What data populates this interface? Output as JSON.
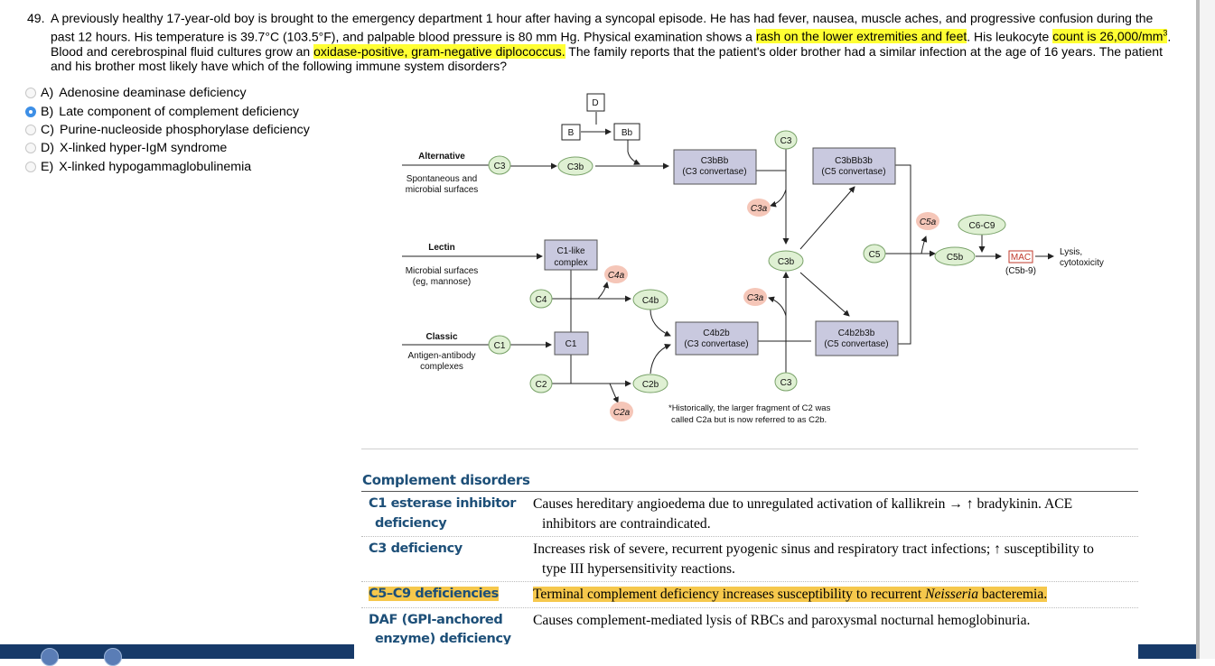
{
  "question": {
    "number": "49.",
    "seg1": "A previously healthy 17-year-old boy is brought to the emergency department 1 hour after having a syncopal episode. He has had fever, nausea, muscle aches, and progressive confusion during the past 12 hours. His temperature is 39.7°C (103.5°F), and palpable blood pressure is 80 mm Hg. Physical examination shows a ",
    "hl1": "rash on the lower extremities and feet",
    "seg2": ". His leukocyte ",
    "hl2": "count is 26,000/mm",
    "sup": "3",
    "seg3": ". Blood and cerebrospinal fluid cultures grow an ",
    "hl3": "oxidase-positive, gram-negative diplococcus.",
    "seg4": " The family reports that the patient's older brother had a similar infection at the age of 16 years. The patient and his brother most likely have which of the following immune system disorders?"
  },
  "answers": [
    {
      "letter": "A)",
      "text": "Adenosine deaminase deficiency",
      "selected": false
    },
    {
      "letter": "B)",
      "text": "Late component of complement deficiency",
      "selected": true
    },
    {
      "letter": "C)",
      "text": "Purine-nucleoside phosphorylase deficiency",
      "selected": false
    },
    {
      "letter": "D)",
      "text": "X-linked hyper-IgM syndrome",
      "selected": false
    },
    {
      "letter": "E)",
      "text": "X-linked hypogammaglobulinemia",
      "selected": false
    }
  ],
  "diagram": {
    "alt_title": "Alternative",
    "alt_sub1": "Spontaneous and",
    "alt_sub2": "microbial surfaces",
    "lectin_title": "Lectin",
    "lectin_sub1": "Microbial surfaces",
    "lectin_sub2": "(eg, mannose)",
    "classic_title": "Classic",
    "classic_sub1": "Antigen-antibody",
    "classic_sub2": "complexes",
    "d": "D",
    "b": "B",
    "bb": "Bb",
    "c3": "C3",
    "c3b": "C3b",
    "c3a": "C3a",
    "c3bbb": "C3bBb",
    "c3_conv": "(C3 convertase)",
    "c3bbb3b": "C3bBb3b",
    "c5_conv": "(C5 convertase)",
    "c1like1": "C1-like",
    "c1like2": "complex",
    "c4a": "C4a",
    "c4": "C4",
    "c4b": "C4b",
    "c1": "C1",
    "c2": "C2",
    "c2b": "C2b",
    "c2a": "C2a",
    "c4b2b": "C4b2b",
    "c4b2b3b": "C4b2b3b",
    "c5": "C5",
    "c5a": "C5a",
    "c5b": "C5b",
    "c6c9": "C6-C9",
    "mac": "MAC",
    "mac_sub": "(C5b-9)",
    "lysis1": "Lysis,",
    "lysis2": "cytotoxicity",
    "footnote1": "*Historically, the larger fragment of C2 was",
    "footnote2": "called C2a but is now referred to as C2b."
  },
  "complement": {
    "title": "Complement disorders",
    "rows": [
      {
        "name1": "C1 esterase inhibitor",
        "name2": "deficiency",
        "desc1": "Causes hereditary angioedema due to unregulated activation of kallikrein → ↑ bradykinin. ACE",
        "desc2": "inhibitors are contraindicated."
      },
      {
        "name1": "C3 deficiency",
        "desc1": "Increases risk of severe, recurrent pyogenic sinus and respiratory tract infections; ↑ susceptibility to",
        "desc2": "type III hypersensitivity reactions."
      },
      {
        "name1": "C5–C9 deficiencies",
        "desc1a": "Terminal complement deficiency increases susceptibility to recurrent ",
        "desc1i": "Neisseria",
        "desc1b": " bacteremia."
      },
      {
        "name1": "DAF (GPI-anchored",
        "name2": "enzyme) deficiency",
        "desc1": "Causes complement-mediated lysis of RBCs and paroxysmal nocturnal hemoglobinuria."
      }
    ]
  },
  "colors": {
    "highlight_yellow": "#ffff33",
    "highlight_orange": "#f6c84c",
    "green_node": "#dff0d3",
    "red_node": "#f5c6b8",
    "box_fill": "#c9c9df",
    "heading_blue": "#1d4f78",
    "radio_selected": "#3d8fe6",
    "bottom_bar": "#173a69"
  }
}
